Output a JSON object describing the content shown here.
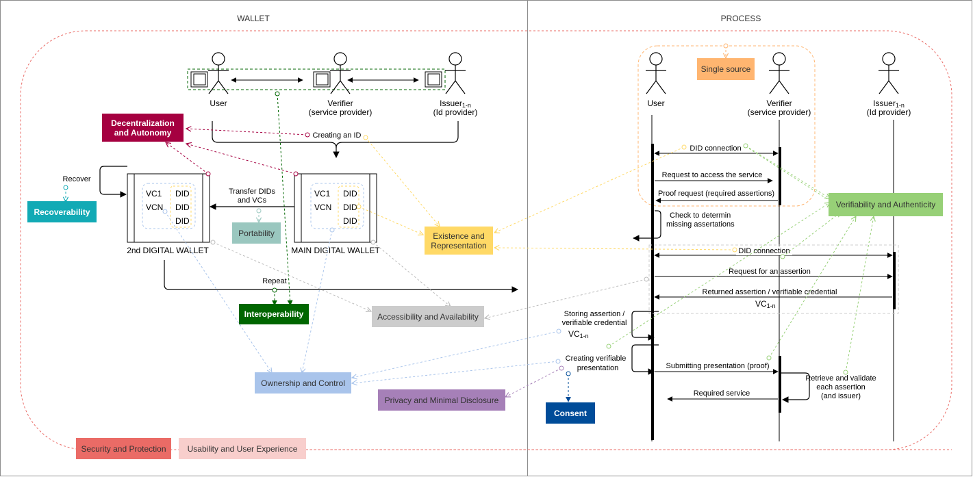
{
  "panels": {
    "left_title": "WALLET",
    "right_title": "PROCESS"
  },
  "wallet": {
    "actors": {
      "user": "User",
      "verifier": [
        "Verifier",
        "(service provider)"
      ],
      "issuer": [
        "Issuer",
        "1-n",
        "(Id provider)"
      ]
    },
    "creating_id": "Creating an ID",
    "recover": "Recover",
    "transfer": [
      "Transfer DIDs",
      "and VCs"
    ],
    "repeat": "Repeat",
    "second_wallet": {
      "label": "2nd DIGITAL WALLET",
      "vcs": [
        "VC1",
        "VCN"
      ],
      "dids": [
        "DID",
        "DID",
        "DID"
      ]
    },
    "main_wallet": {
      "label": "MAIN DIGITAL WALLET",
      "vcs": [
        "VC1",
        "VCN"
      ],
      "dids": [
        "DID",
        "DID",
        "DID"
      ]
    }
  },
  "process": {
    "actors": {
      "user": "User",
      "verifier": [
        "Verifier",
        "(service provider)"
      ],
      "issuer": [
        "Issuer",
        "1-n",
        "(Id provider)"
      ]
    },
    "messages": {
      "did_connection_1": "DID connection",
      "request_access": "Request to access the service",
      "proof_request": "Proof request (required assertions)",
      "check": [
        "Check to determin",
        "missing assertations"
      ],
      "did_connection_2": "DID connection",
      "request_assertion": "Request for an assertion",
      "returned_assertion": "Returned assertion / verifiable credential",
      "vc_label": [
        "VC",
        "1-n"
      ],
      "storing": [
        "Storing assertion /",
        "verifiable credential"
      ],
      "storing_vc": [
        "VC",
        "1-n"
      ],
      "creating_presentation": [
        "Creating verifiable",
        "presentation"
      ],
      "submitting": "Submitting presentation (proof)",
      "required_service": "Required service",
      "retrieve": [
        "Retrieve and validate",
        "each assertion",
        "(and issuer)"
      ]
    }
  },
  "principles": {
    "decentralization": "Decentralization and Autonomy",
    "recoverability": "Recoverability",
    "portability": "Portability",
    "existence": "Existence and Representation",
    "interoperability": "Interoperability",
    "accessibility": "Accessibility and Availability",
    "ownership": "Ownership and Control",
    "privacy": "Privacy and Minimal Disclosure",
    "consent": "Consent",
    "single_source": "Single source",
    "verifiability": "Verifiability and Authenticity",
    "security": "Security and Protection",
    "usability": "Usability and User Experience"
  },
  "colors": {
    "security": "#ea6b66",
    "decentralization": "#a50040",
    "recoverability": "#12aab5",
    "portability": "#9ac7bf",
    "existence": "#ffd966",
    "interoperability": "#006600",
    "accessibility": "#cccccc",
    "ownership": "#a9c4eb",
    "privacy": "#a680b8",
    "consent": "#004c99",
    "single_source": "#ffb570",
    "verifiability": "#97d077",
    "usability": "#f8cecc"
  }
}
